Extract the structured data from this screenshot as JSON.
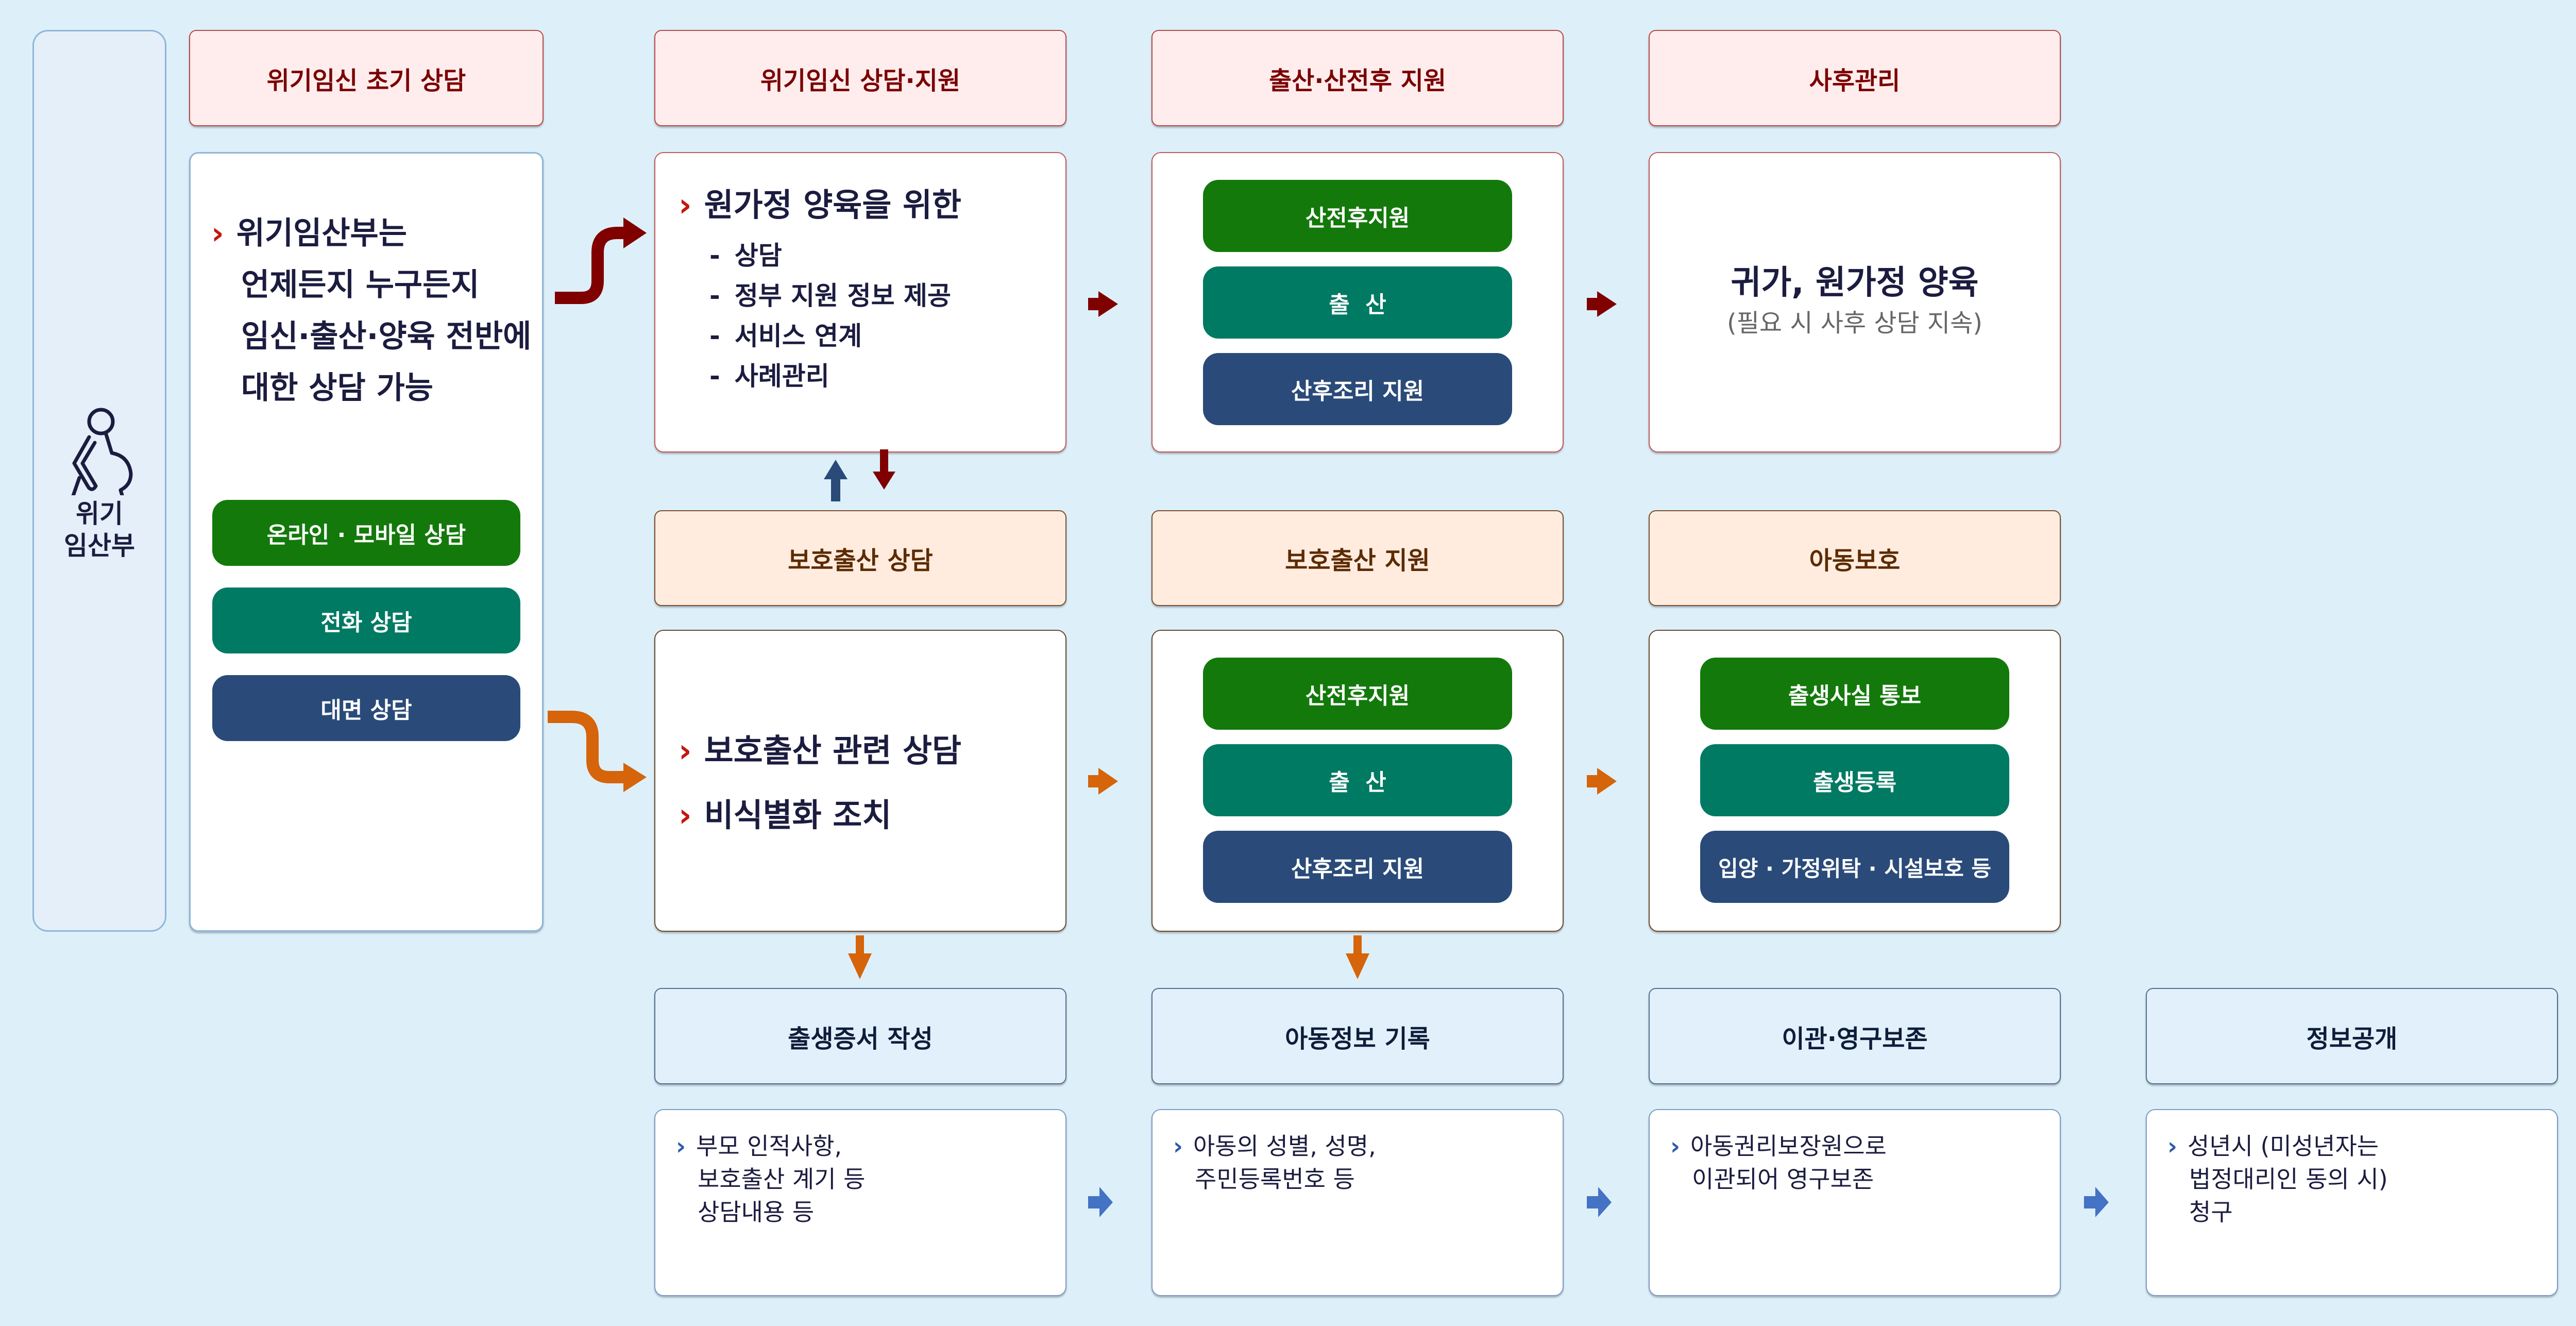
{
  "left_panel": {
    "icon": "pregnant-woman-icon",
    "label_line1": "위기",
    "label_line2": "임산부"
  },
  "colors": {
    "accent_red": "#7b0000",
    "accent_brown": "#5c2b00",
    "navy": "#1b1c3f",
    "pill_green": "#13790b",
    "pill_teal": "#017a63",
    "pill_navy": "#2a4b79",
    "arrow_red": "#800000",
    "arrow_orange": "#d5640a",
    "arrow_blue": "#4472c4",
    "arrow_navy": "#2a4b79"
  },
  "initial": {
    "header": "위기임신 초기 상담",
    "text_lines": [
      "위기임산부는",
      "언제든지 누구든지",
      "임신·출산·양육 전반에",
      "대한 상담 가능"
    ],
    "channels": [
      "온라인 · 모바일 상담",
      "전화 상담",
      "대면 상담"
    ]
  },
  "crisis_support": {
    "header": "위기임신 상담·지원",
    "title": "원가정 양육을 위한",
    "items": [
      "상담",
      "정부 지원 정보 제공",
      "서비스 연계",
      "사례관리"
    ]
  },
  "birth_support": {
    "header": "출산·산전후 지원",
    "pills": [
      "산전후지원",
      "출  산",
      "산후조리 지원"
    ]
  },
  "aftercare": {
    "header": "사후관리",
    "main": "귀가, 원가정 양육",
    "sub": "(필요 시 사후 상담 지속)"
  },
  "protected_counsel": {
    "header": "보호출산 상담",
    "items": [
      "보호출산 관련 상담",
      "비식별화 조치"
    ]
  },
  "protected_support": {
    "header": "보호출산 지원",
    "pills": [
      "산전후지원",
      "출  산",
      "산후조리 지원"
    ]
  },
  "child_protection": {
    "header": "아동보호",
    "pills": [
      "출생사실 통보",
      "출생등록",
      "입양 · 가정위탁 · 시설보호 등"
    ]
  },
  "records": [
    {
      "header": "출생증서 작성",
      "lines": [
        "부모 인적사항,",
        "보호출산 계기 등",
        "상담내용 등"
      ]
    },
    {
      "header": "아동정보 기록",
      "lines": [
        "아동의 성별, 성명,",
        "주민등록번호 등"
      ]
    },
    {
      "header": "이관·영구보존",
      "lines": [
        "아동권리보장원으로",
        "이관되어 영구보존"
      ]
    },
    {
      "header": "정보공개",
      "lines": [
        "성년시 (미성년자는",
        "법정대리인 동의 시)",
        "청구"
      ]
    }
  ],
  "bullet_glyph": "›",
  "dash": "-"
}
